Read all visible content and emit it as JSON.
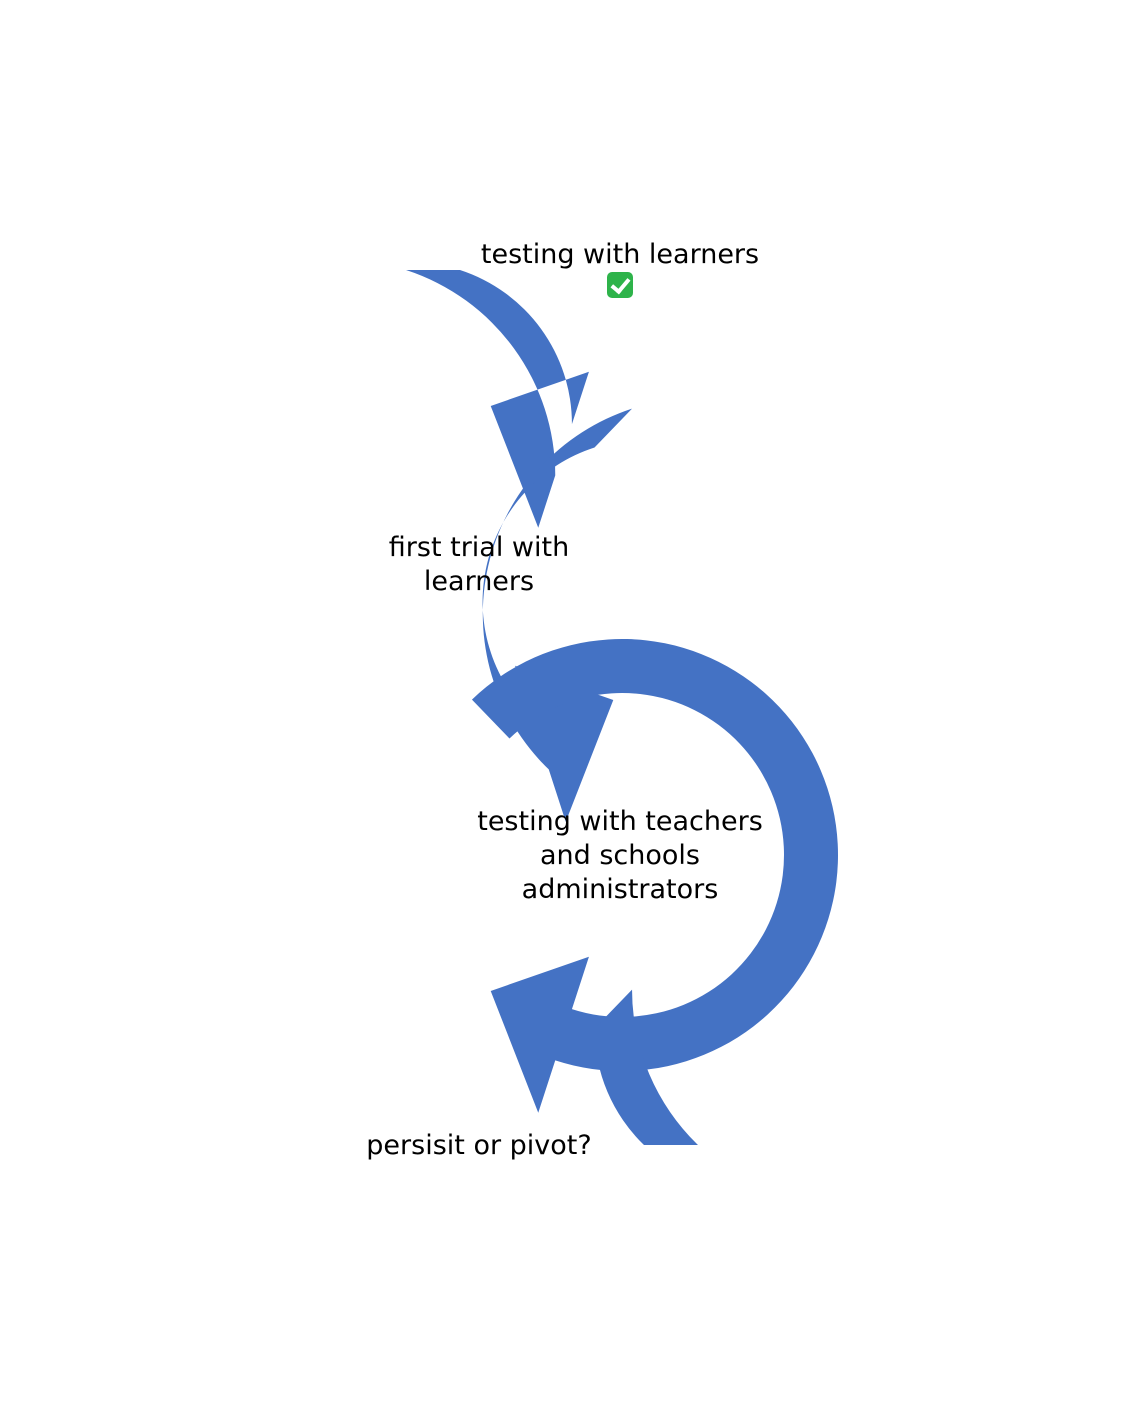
{
  "colors": {
    "arrow": "#4472C4",
    "check": "#2EB34A"
  },
  "steps": [
    {
      "id": "step1",
      "lines": [
        "testing with learners"
      ],
      "icon": "check-mark-icon"
    },
    {
      "id": "step2",
      "lines": [
        "first trial with",
        "learners"
      ]
    },
    {
      "id": "step3",
      "lines": [
        "testing with teachers",
        "and schools",
        "administrators"
      ]
    },
    {
      "id": "step4",
      "lines": [
        "persisit or pivot?"
      ]
    }
  ]
}
